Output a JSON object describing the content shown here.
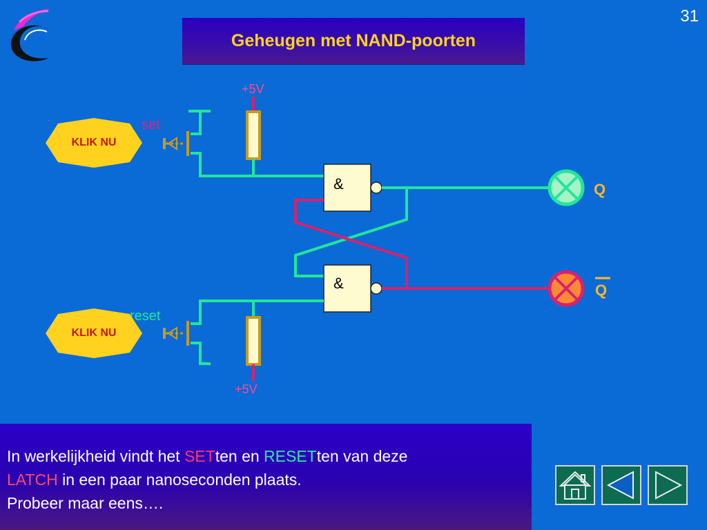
{
  "slide": {
    "title": "Geheugen met NAND-poorten",
    "page_number": "31"
  },
  "circuit": {
    "supply_top": "+5V",
    "supply_bottom": "+5V",
    "set_label": "set",
    "reset_label": "reset",
    "button_set_label": "KLIK NU",
    "button_reset_label": "KLIK NU",
    "gate_top_symbol": "&",
    "gate_bottom_symbol": "&",
    "output_q_label": "Q",
    "output_qbar_label": "Q",
    "lamp_q_state": "off",
    "lamp_qbar_state": "on"
  },
  "info": {
    "text_1": "In werkelijkheid vindt het ",
    "set_word": "SET",
    "text_2": "ten en ",
    "reset_word": "RESET",
    "text_3": "ten van deze",
    "latch_word": "LATCH",
    "text_4": " in een paar nanoseconden plaats.",
    "text_5": "Probeer maar eens…."
  },
  "nav": {
    "home_icon": "home-icon",
    "prev_icon": "triangle-left-icon",
    "next_icon": "triangle-right-icon"
  },
  "colors": {
    "background": "#0a6ad6",
    "title_text": "#ffd21f",
    "wire_green": "#22e69a",
    "wire_red": "#d8226e",
    "gate_fill": "#fffbd0",
    "lamp_off": "#a8f2c8",
    "lamp_on": "#ff8a36",
    "button_fill": "#ffd21f"
  }
}
